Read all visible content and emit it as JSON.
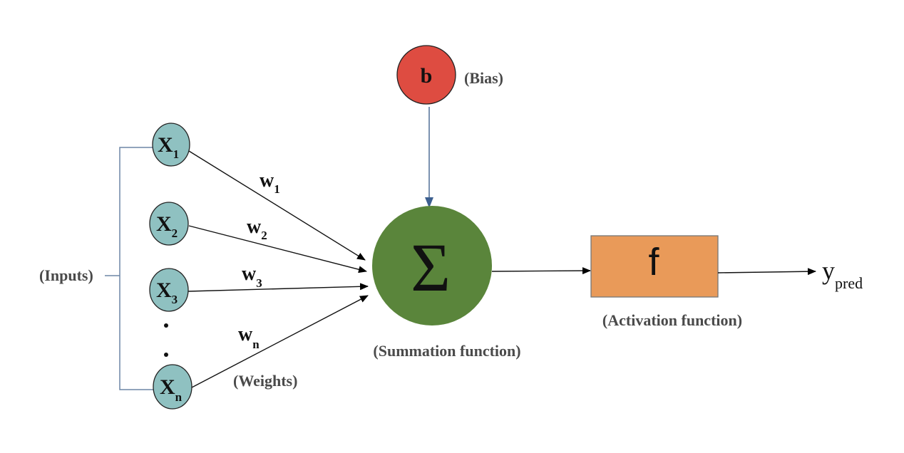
{
  "diagram": {
    "title": "Perceptron",
    "inputs_label": "(Inputs)",
    "weights_label": "(Weights)",
    "bias": {
      "symbol": "b",
      "label": "(Bias)"
    },
    "summation": {
      "symbol": "Σ",
      "label": "(Summation function)"
    },
    "activation": {
      "symbol": "f",
      "label": "(Activation function)"
    },
    "output": {
      "symbol": "y",
      "subscript": "pred"
    },
    "input_nodes": [
      {
        "symbol": "X",
        "subscript": "1"
      },
      {
        "symbol": "X",
        "subscript": "2"
      },
      {
        "symbol": "X",
        "subscript": "3"
      },
      {
        "symbol": "X",
        "subscript": "n"
      }
    ],
    "weights": [
      {
        "symbol": "w",
        "subscript": "1"
      },
      {
        "symbol": "w",
        "subscript": "2"
      },
      {
        "symbol": "w",
        "subscript": "3"
      },
      {
        "symbol": "w",
        "subscript": "n"
      }
    ],
    "ellipsis": "·",
    "colors": {
      "input_node": "#8fc1c1",
      "bias_node": "#de4c41",
      "summation_node": "#5a853b",
      "activation_box": "#e99a59",
      "bias_arrow": "#4f6d96",
      "bracket": "#6d86a6",
      "label_text": "#4a4a4a"
    }
  }
}
